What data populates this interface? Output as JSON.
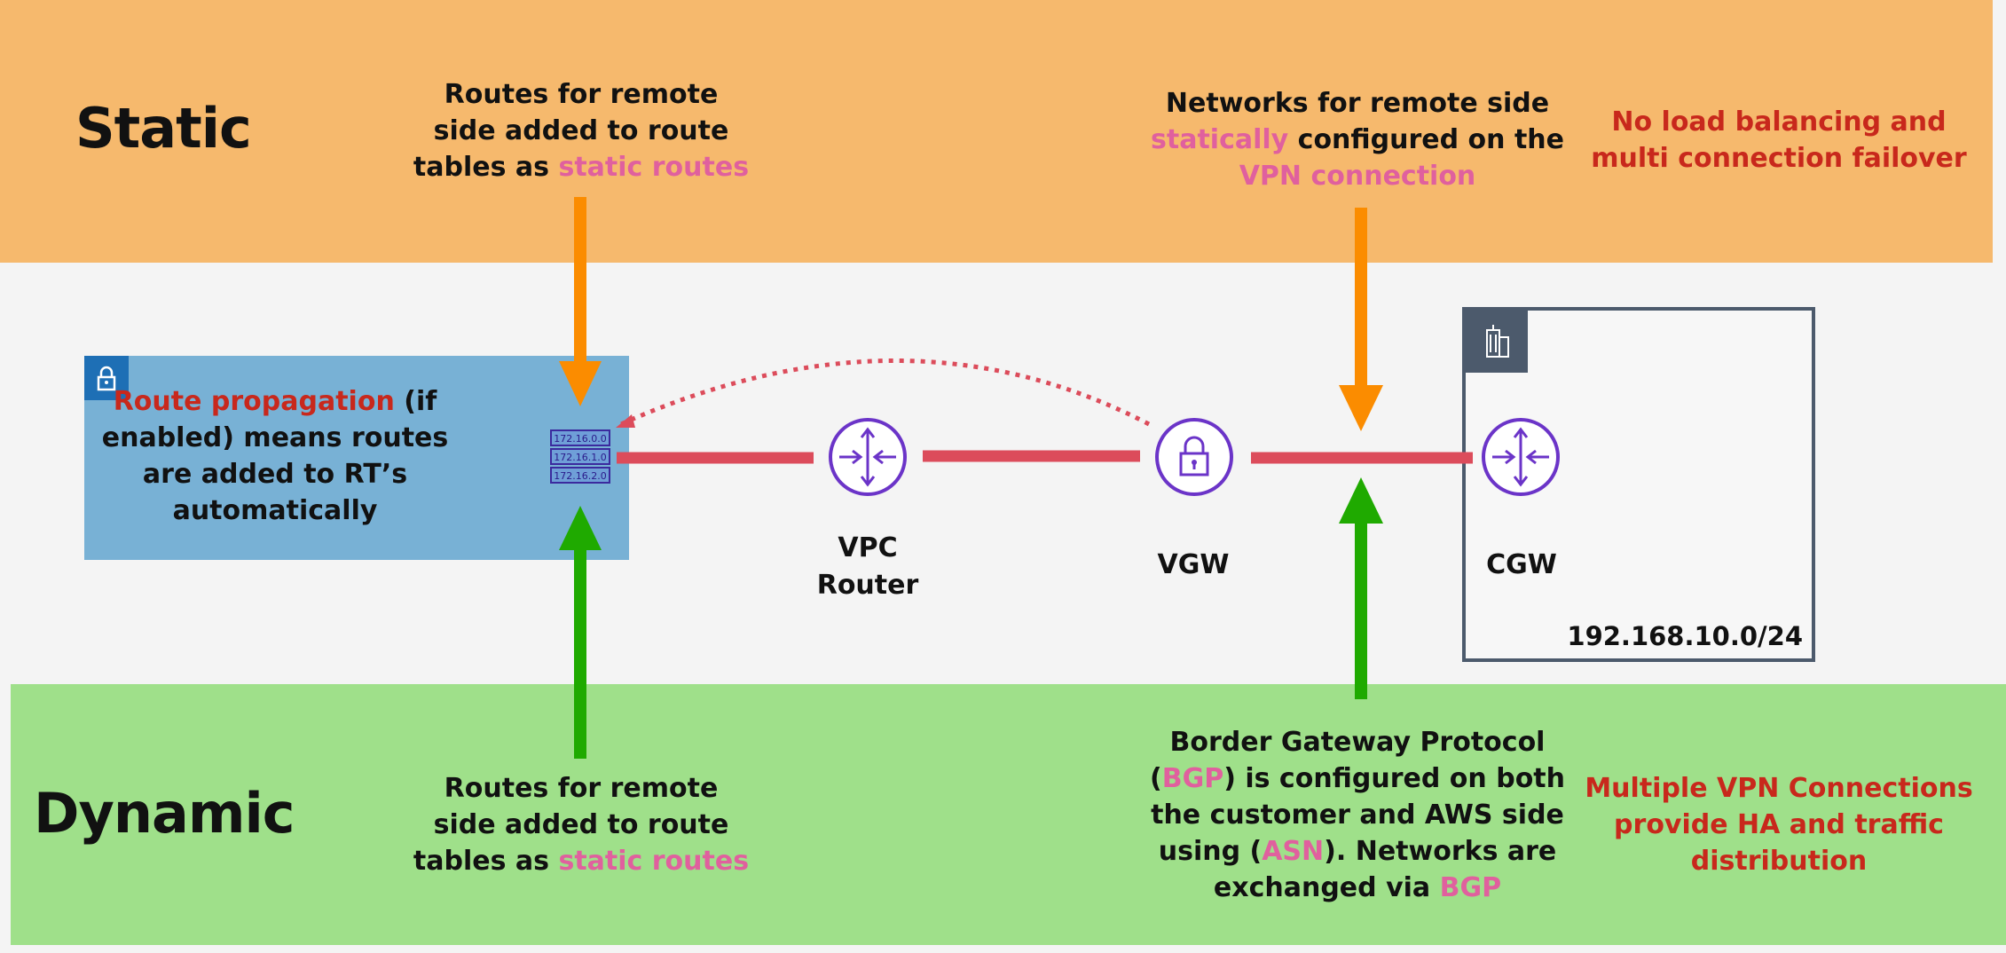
{
  "static": {
    "title": "Static",
    "rt_note": {
      "line1": "Routes for remote",
      "line2": "side added to route",
      "line3_prefix": "tables as ",
      "line3_highlight": "static routes"
    },
    "vpn_note": {
      "line1": "Networks for remote side",
      "line2_highlight": "statically",
      "line2_suffix": " configured on the",
      "line3_highlight": "VPN connection"
    },
    "lb_note": {
      "line1": "No load balancing and",
      "line2": "multi connection failover"
    }
  },
  "dynamic": {
    "title": "Dynamic",
    "rt_note": {
      "line1": "Routes for remote",
      "line2": "side added to route",
      "line3_prefix": "tables as ",
      "line3_highlight": "static routes"
    },
    "bgp_note": {
      "line1": "Border Gateway Protocol",
      "line2_open": "(",
      "line2_highlight": "BGP",
      "line2_suffix": ") is configured on both",
      "line3": "the customer and AWS side",
      "line4_prefix": "using (",
      "line4_highlight": "ASN",
      "line4_suffix": "). Networks are",
      "line5_prefix": "exchanged via ",
      "line5_highlight": "BGP"
    },
    "ha_note": {
      "line1": "Multiple VPN Connections",
      "line2": "provide HA and traffic",
      "line3": "distribution"
    }
  },
  "vpc": {
    "propagation_highlight": "Route propagation",
    "propagation_suffix": " (if",
    "line2": "enabled) means routes",
    "line3": "are added to RT’s",
    "line4": "automatically",
    "route_table": [
      "172.16.0.0",
      "172.16.1.0",
      "172.16.2.0"
    ]
  },
  "components": {
    "vpc_router_line1": "VPC",
    "vpc_router_line2": "Router",
    "vgw": "VGW",
    "cgw": "CGW"
  },
  "onprem": {
    "cidr": "192.168.10.0/24"
  },
  "colors": {
    "static_band": "#f6b96d",
    "dynamic_band": "#9fe08a",
    "vpc_box": "#78b1d5",
    "link_red": "#dc4c5b",
    "static_arrow": "#fb8c00",
    "dynamic_arrow": "#1faa00",
    "aws_icon_purple": "#6b34c8",
    "highlight_pink": "#e0609e",
    "highlight_red": "#c8281c"
  },
  "icons": {
    "vpc_lock": "lock-icon",
    "building": "building-icon",
    "route_table": "route-table-icon",
    "vpc_router": "router-icon",
    "vgw": "vgw-lock-icon",
    "cgw": "router-icon"
  }
}
